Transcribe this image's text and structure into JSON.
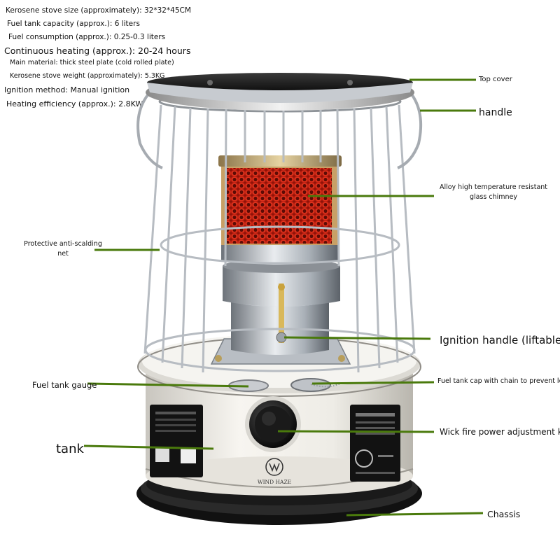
{
  "specs": [
    "Kerosene stove size (approximately): 32*32*45CM",
    "Fuel tank capacity (approx.): 6 liters",
    "Fuel consumption (approx.): 0.25-0.3 liters",
    "Continuous heating (approx.): 20-24 hours",
    "Main material: thick steel plate (cold rolled plate)",
    "Kerosene stove weight (approximately): 5.3KG",
    "Ignition method: Manual ignition",
    "Heating efficiency (approx.): 2.8KW"
  ],
  "callouts": {
    "top_cover": "Top cover",
    "handle": "handle",
    "chimney": "Alloy high temperature resistant glass chimney",
    "net": "Protective anti-scalding net",
    "ignition_handle": "Ignition handle (liftable)",
    "gauge": "Fuel tank gauge",
    "tank_cap": "Fuel tank cap with chain to prevent loss",
    "tank": "tank",
    "knob": "Wick fire power adjustment knob",
    "chassis": "Chassis"
  },
  "brand": "WIND HAZE",
  "colors": {
    "leader_line": "#4a7a0c",
    "flame": "#e8311c",
    "tank_body": "#f1efe9",
    "base": "#1b1b1b"
  }
}
